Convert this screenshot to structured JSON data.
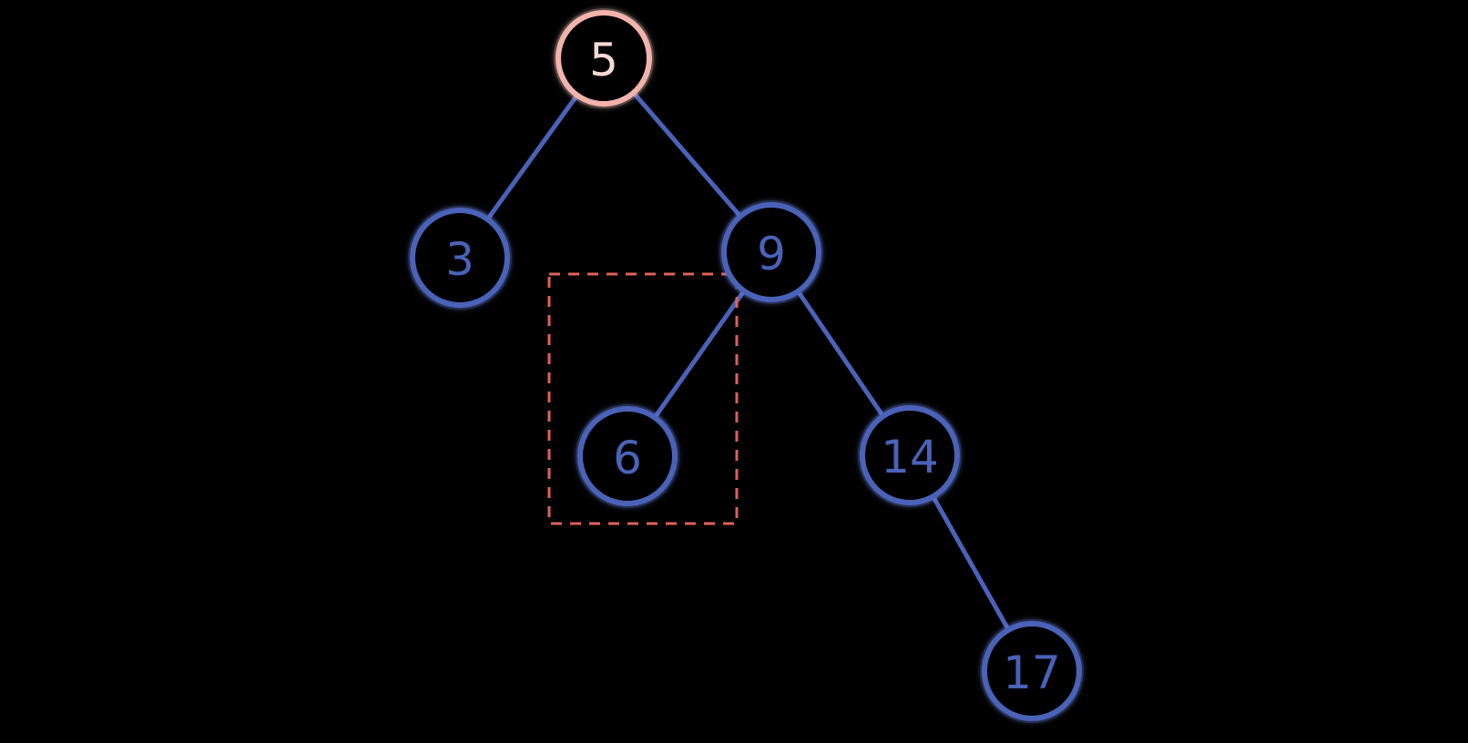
{
  "colors": {
    "background": "#000000",
    "node": "#4a62b8",
    "node_glow": "#6f87e6",
    "root": "#f2b3ad",
    "root_glow": "#ffd2cc",
    "edge": "#4a62b8",
    "highlight_box": "#e0615b"
  },
  "tree": {
    "nodes": [
      {
        "id": "n5",
        "label": "5",
        "role": "root"
      },
      {
        "id": "n3",
        "label": "3",
        "role": "node"
      },
      {
        "id": "n9",
        "label": "9",
        "role": "node"
      },
      {
        "id": "n6",
        "label": "6",
        "role": "node"
      },
      {
        "id": "n14",
        "label": "14",
        "role": "node"
      },
      {
        "id": "n17",
        "label": "17",
        "role": "node"
      }
    ],
    "edges": [
      {
        "from": "n5",
        "to": "n3"
      },
      {
        "from": "n5",
        "to": "n9"
      },
      {
        "from": "n9",
        "to": "n6"
      },
      {
        "from": "n9",
        "to": "n14"
      },
      {
        "from": "n14",
        "to": "n17"
      }
    ],
    "highlighted_node": "n6"
  }
}
